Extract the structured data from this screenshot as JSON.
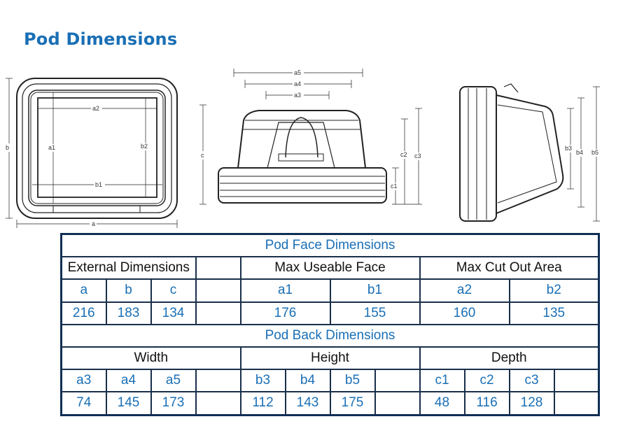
{
  "title": "Pod Dimensions",
  "diagram_labels": {
    "front": {
      "a": "a",
      "b": "b",
      "a1": "a1",
      "b1": "b1",
      "a2": "a2",
      "b2": "b2"
    },
    "top": {
      "a5": "a5",
      "a4": "a4",
      "a3": "a3",
      "c": "c",
      "c1": "c1",
      "c2": "c2",
      "c3": "c3"
    },
    "side": {
      "b3": "b3",
      "b4": "b4",
      "b5": "b5"
    }
  },
  "face_table": {
    "title": "Pod Face Dimensions",
    "groups": [
      "External Dimensions",
      "Max Useable Face",
      "Max Cut Out Area"
    ],
    "external": {
      "labels": [
        "a",
        "b",
        "c"
      ],
      "values": [
        "216",
        "183",
        "134"
      ]
    },
    "useable": {
      "labels": [
        "a1",
        "b1"
      ],
      "values": [
        "176",
        "155"
      ]
    },
    "cutout": {
      "labels": [
        "a2",
        "b2"
      ],
      "values": [
        "160",
        "135"
      ]
    }
  },
  "back_table": {
    "title": "Pod Back Dimensions",
    "groups": [
      "Width",
      "Height",
      "Depth"
    ],
    "width": {
      "labels": [
        "a3",
        "a4",
        "a5"
      ],
      "values": [
        "74",
        "145",
        "173"
      ]
    },
    "height": {
      "labels": [
        "b3",
        "b4",
        "b5"
      ],
      "values": [
        "112",
        "143",
        "175"
      ]
    },
    "depth": {
      "labels": [
        "c1",
        "c2",
        "c3"
      ],
      "values": [
        "48",
        "116",
        "128"
      ]
    }
  }
}
